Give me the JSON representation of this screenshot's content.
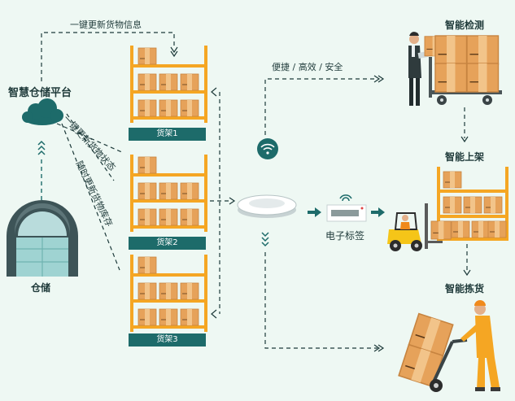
{
  "platform": {
    "title": "智慧仓储平台"
  },
  "top_flow": {
    "label": "一键更新货物信息"
  },
  "diag_labels": {
    "status": "一键更新货物状态",
    "inventory": "随时更新货物库存"
  },
  "warehouse": {
    "label": "仓储"
  },
  "shelves": [
    {
      "label": "货架1"
    },
    {
      "label": "货架2"
    },
    {
      "label": "货架3"
    }
  ],
  "wifi_route": {
    "label": "便捷 / 高效 / 安全"
  },
  "tag": {
    "label": "电子标签"
  },
  "stations": {
    "detect": "智能检测",
    "shelving": "智能上架",
    "picking": "智能拣货"
  },
  "colors": {
    "teal": "#1d6b6a",
    "orange": "#f5a623",
    "box": "#e6a25a",
    "bg": "#eef8f3"
  }
}
